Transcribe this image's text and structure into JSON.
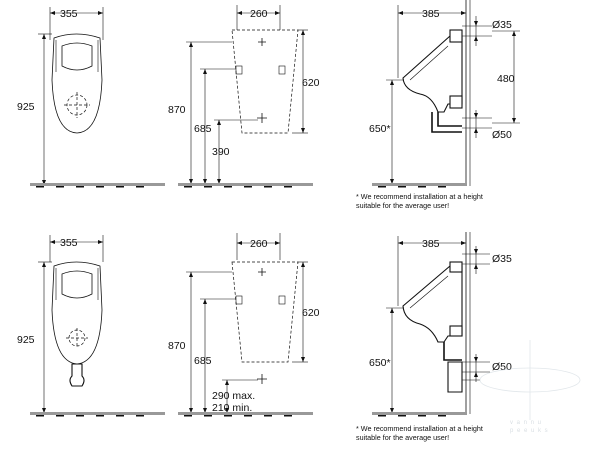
{
  "top_row": {
    "front": {
      "width": "355",
      "height": "925"
    },
    "outline": {
      "width": "260",
      "height_total": "870",
      "height_inner": "620",
      "height_mid": "685",
      "height_low": "390"
    },
    "side": {
      "depth": "385",
      "pipe_top": "Ø35",
      "pipe_bottom": "Ø50",
      "spacing": "480",
      "install_height": "650*",
      "note_line1": "* We recommend installation at a height",
      "note_line2": "suitable  for the average user!"
    }
  },
  "bottom_row": {
    "front": {
      "width": "355",
      "height": "925"
    },
    "outline": {
      "width": "260",
      "height_total": "870",
      "height_inner": "620",
      "height_mid": "685",
      "height_low_line1": "290 max.",
      "height_low_line2": "210 min."
    },
    "side": {
      "depth": "385",
      "pipe_top": "Ø35",
      "pipe_bottom": "Ø50",
      "install_height": "650*",
      "note_line1": "* We recommend installation at a height",
      "note_line2": "suitable  for the average user!"
    }
  },
  "watermark": {
    "line1": "v a n n u",
    "line2": "p e e u k s"
  }
}
